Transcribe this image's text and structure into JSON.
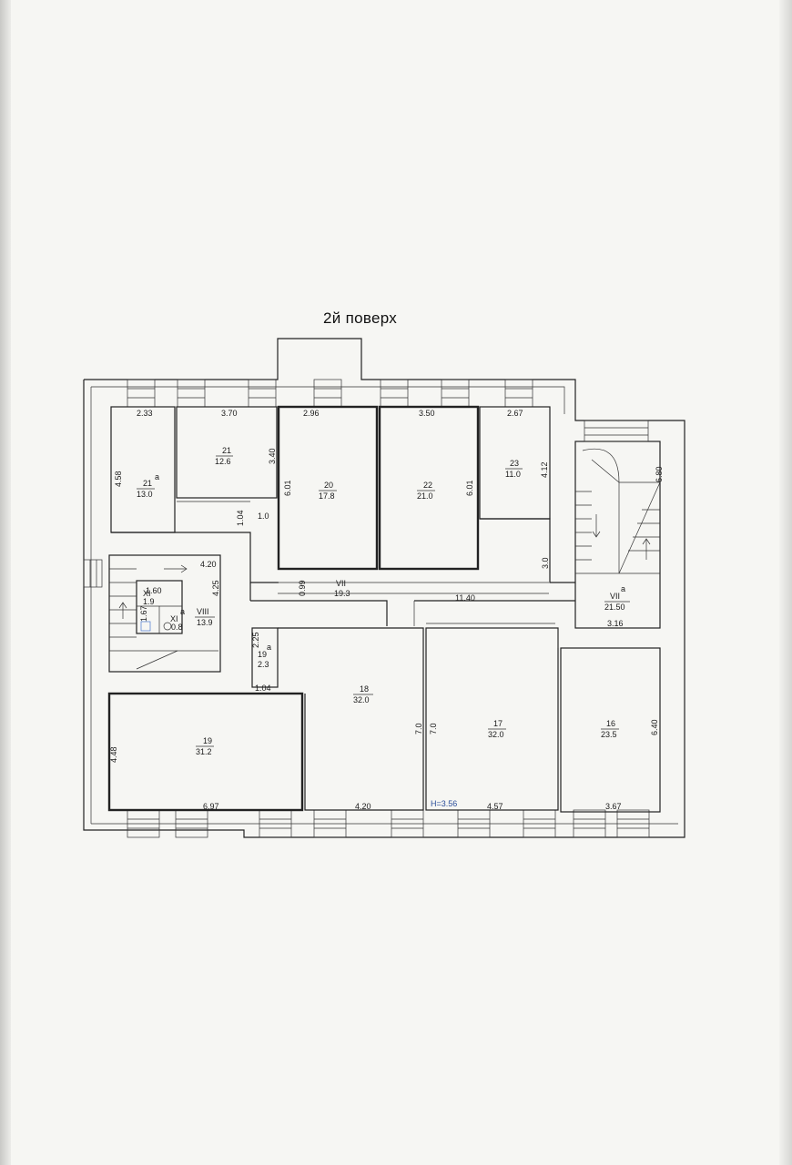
{
  "page": {
    "title": "2й поверх"
  },
  "colors": {
    "wall": "#222222",
    "height_note": "#2a4d9a",
    "paper": "#f6f6f3"
  },
  "rooms": [
    {
      "id": "room-21a",
      "number": "21",
      "suffix": "a",
      "area": "13.0"
    },
    {
      "id": "room-21",
      "number": "21",
      "area": "12.6"
    },
    {
      "id": "room-20",
      "number": "20",
      "area": "17.8"
    },
    {
      "id": "room-22",
      "number": "22",
      "area": "21.0"
    },
    {
      "id": "room-23",
      "number": "23",
      "area": "11.0"
    },
    {
      "id": "room-VIIa",
      "number": "VII",
      "suffix": "a",
      "area": "21.50"
    },
    {
      "id": "room-VII",
      "number": "VII",
      "area": "19.3"
    },
    {
      "id": "room-XI",
      "number": "XI",
      "area": "1.9"
    },
    {
      "id": "room-XIa",
      "number": "XI",
      "suffix": "a",
      "area": "0.8"
    },
    {
      "id": "room-VIII",
      "number": "VIII",
      "area": "13.9"
    },
    {
      "id": "room-19a",
      "number": "19",
      "suffix": "a",
      "area": "2.3"
    },
    {
      "id": "room-18",
      "number": "18",
      "area": "32.0"
    },
    {
      "id": "room-17",
      "number": "17",
      "area": "32.0"
    },
    {
      "id": "room-16",
      "number": "16",
      "area": "23.5"
    },
    {
      "id": "room-19",
      "number": "19",
      "area": "31.2"
    }
  ],
  "dimensions": [
    "2.33",
    "3.70",
    "2.96",
    "3.50",
    "2.67",
    "4.58",
    "3.40",
    "6.01",
    "6.01",
    "4.12",
    "6.80",
    "1.04",
    "1.0",
    "4.20",
    "4.25",
    "1.60",
    "1.67",
    "0.99",
    "11.40",
    "3.0",
    "3.16",
    "2.25",
    "1.04",
    "7.0",
    "7.0",
    "6.40",
    "4.48",
    "6.97",
    "4.20",
    "4.57",
    "3.67"
  ],
  "height_note": "H=3.56"
}
